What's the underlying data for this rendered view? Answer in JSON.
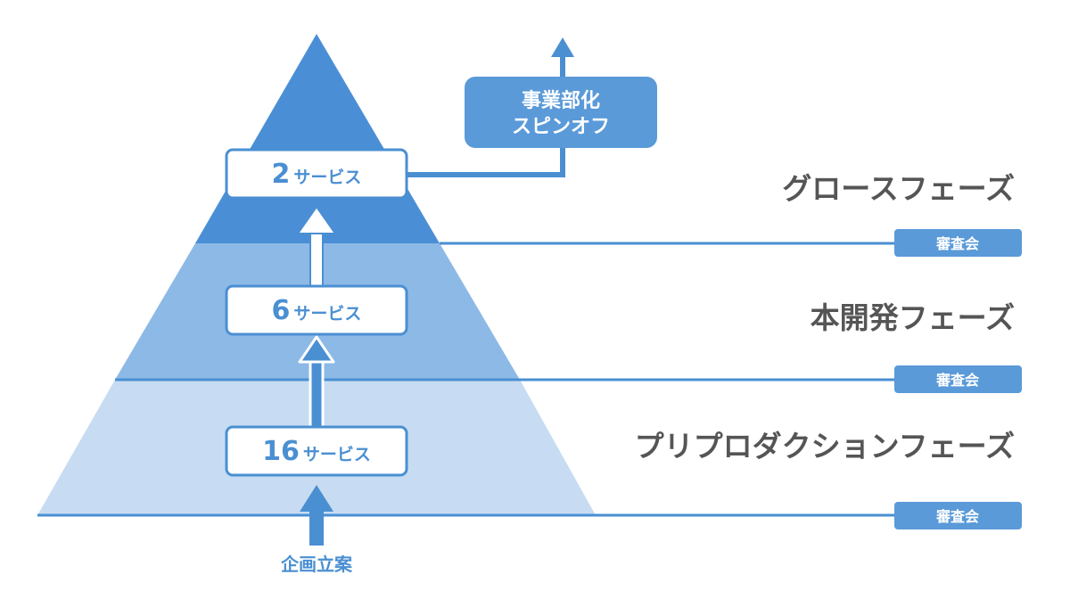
{
  "colors": {
    "tier_top": "#4a8fd6",
    "tier_mid": "#8db9e6",
    "tier_bottom": "#c7dcf2",
    "accent": "#4a8fd2",
    "badge": "#5a9ad8",
    "phase_text": "#555555"
  },
  "boxes": {
    "top": {
      "num": "2",
      "suffix": "サービス"
    },
    "mid": {
      "num": "6",
      "suffix": "サービス"
    },
    "bottom": {
      "num": "16",
      "suffix": "サービス"
    }
  },
  "spinoff": {
    "line1": "事業部化",
    "line2": "スピンオフ"
  },
  "phases": {
    "growth": "グロースフェーズ",
    "development": "本開発フェーズ",
    "preproduction": "プリプロダクションフェーズ"
  },
  "review_badges": [
    "審査会",
    "審査会",
    "審査会"
  ],
  "start_label": "企画立案"
}
